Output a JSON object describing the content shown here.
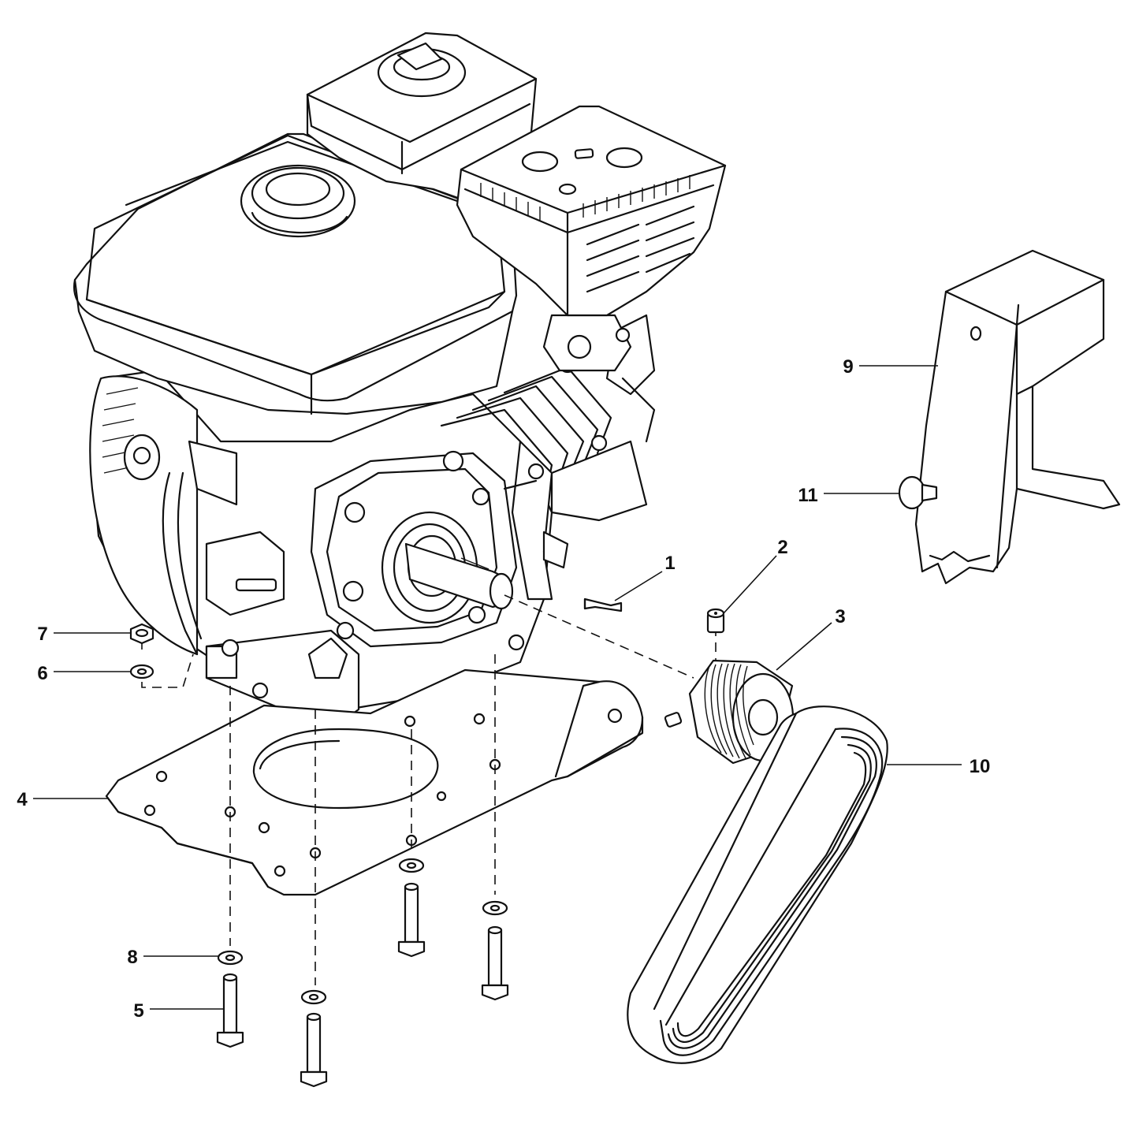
{
  "callouts": [
    {
      "id": "1",
      "label": "1"
    },
    {
      "id": "2",
      "label": "2"
    },
    {
      "id": "3",
      "label": "3"
    },
    {
      "id": "4",
      "label": "4"
    },
    {
      "id": "5",
      "label": "5"
    },
    {
      "id": "6",
      "label": "6"
    },
    {
      "id": "7",
      "label": "7"
    },
    {
      "id": "8",
      "label": "8"
    },
    {
      "id": "9",
      "label": "9"
    },
    {
      "id": "10",
      "label": "10"
    },
    {
      "id": "11",
      "label": "11"
    }
  ],
  "colors": {
    "line": "#111111",
    "background": "#ffffff"
  },
  "parts": [
    "engine-illustration",
    "fuel-tank",
    "air-filter",
    "muffler",
    "crankshaft",
    "shaft-key",
    "set-screw",
    "pulley",
    "base-plate",
    "bolt",
    "washer",
    "nut",
    "belt-guard",
    "drive-belt",
    "guard-knob"
  ]
}
